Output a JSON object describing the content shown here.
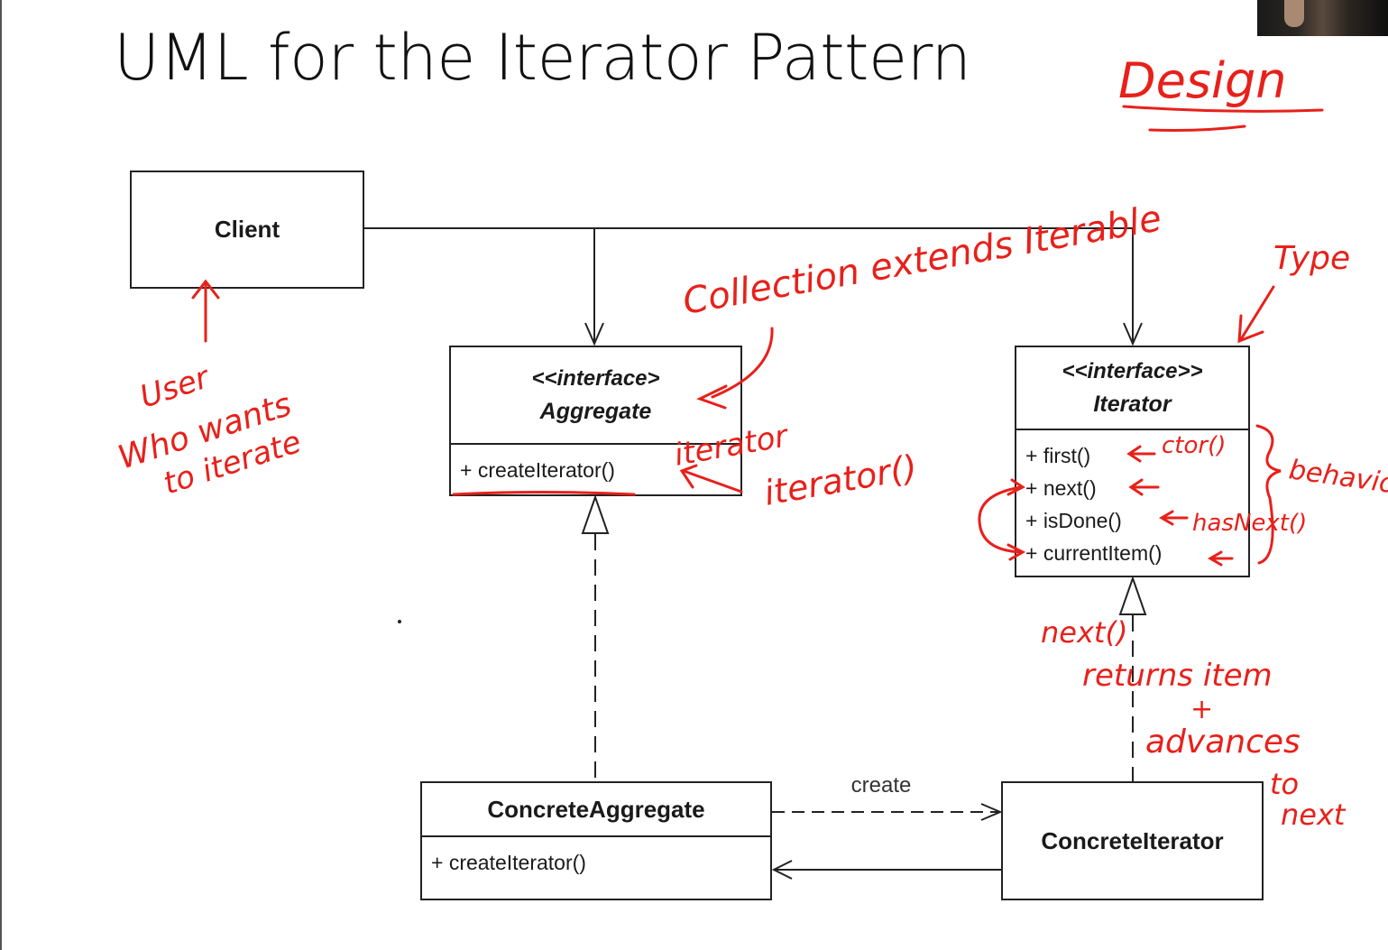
{
  "title": "UML for the Iterator Pattern",
  "classes": {
    "client": {
      "name": "Client"
    },
    "aggregate": {
      "stereotype": "<<interface>",
      "name": "Aggregate",
      "ops": [
        "+ createIterator()"
      ]
    },
    "iterator": {
      "stereotype": "<<interface>>",
      "name": "Iterator",
      "ops": [
        "+ first()",
        "+ next()",
        "+ isDone()",
        "+ currentItem()"
      ]
    },
    "concrete_aggregate": {
      "name": "ConcreteAggregate",
      "ops": [
        "+ createIterator()"
      ]
    },
    "concrete_iterator": {
      "name": "ConcreteIterator"
    }
  },
  "relations": {
    "create_label": "create"
  },
  "annotations": {
    "design": "Design",
    "collection_extends": "Collection extends Iterable",
    "type": "Type",
    "user_who_wants": [
      "User",
      "Who wants",
      "to iterate"
    ],
    "iterator_word": "iterator",
    "iterator_call": "iterator()",
    "ctor": "ctor()",
    "has_next": "hasNext()",
    "behavior": "behavior",
    "next_returns": [
      "next()",
      "returns item",
      "+",
      "advances",
      "to",
      "next"
    ]
  },
  "colors": {
    "ink": "#1a1a1a",
    "annotation": "#e8201a"
  }
}
